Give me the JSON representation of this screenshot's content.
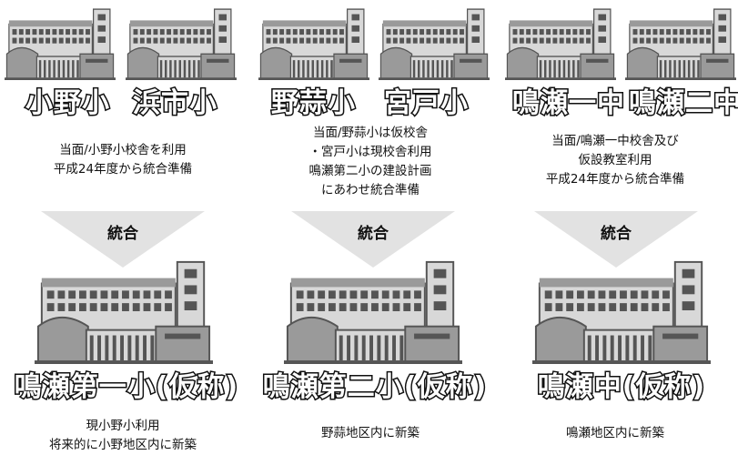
{
  "groups": [
    {
      "schools": [
        "小野小",
        "浜市小"
      ],
      "note_lines": [
        "当面/小野小校舎を利用",
        "平成24年度から統合準備"
      ],
      "arrow_label": "統合",
      "merged_name": "鳴瀬第一小(仮称)",
      "merged_note_lines": [
        "現小野小利用",
        "将来的に小野地区内に新築"
      ]
    },
    {
      "schools": [
        "野蒜小",
        "宮戸小"
      ],
      "note_lines": [
        "当面/野蒜小は仮校舎",
        "・宮戸小は現校舎利用",
        "鳴瀬第二小の建設計画",
        "にあわせ統合準備"
      ],
      "arrow_label": "統合",
      "merged_name": "鳴瀬第二小(仮称)",
      "merged_note_lines": [
        "野蒜地区内に新築"
      ]
    },
    {
      "schools": [
        "鳴瀬一中",
        "鳴瀬二中"
      ],
      "note_lines": [
        "当面/鳴瀬一中校舎及び",
        "仮設教室利用",
        "平成24年度から統合準備"
      ],
      "arrow_label": "統合",
      "merged_name": "鳴瀬中(仮称)",
      "merged_note_lines": [
        "鳴瀬地区内に新築"
      ]
    }
  ],
  "colors": {
    "building_dark": "#555555",
    "building_mid": "#9a9a9a",
    "building_light": "#d8d8d8",
    "arrow_fill": "#e2e2e2"
  },
  "icon_names": [
    "school-building-icon",
    "merge-arrow-icon"
  ]
}
